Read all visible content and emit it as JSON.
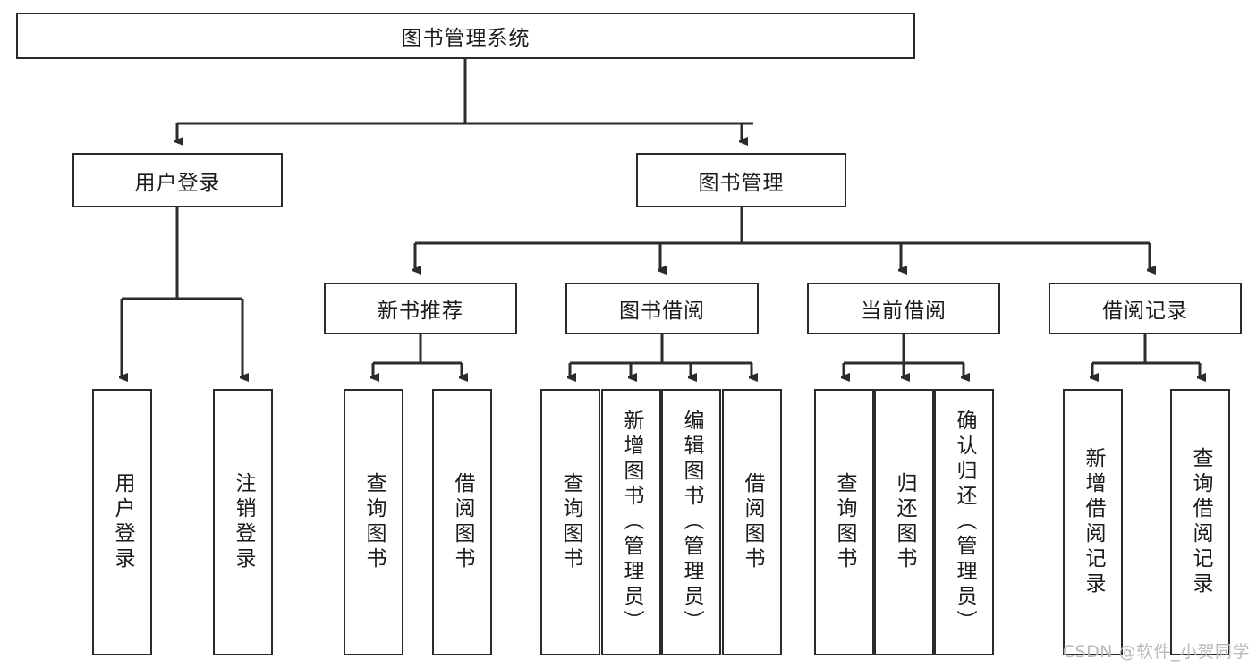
{
  "diagram": {
    "type": "tree",
    "title": "图书管理系统",
    "watermark": "CSDN @软件_小贺同学",
    "nodes": {
      "root": {
        "label": "图书管理系统"
      },
      "level2": [
        {
          "id": "user-login",
          "label": "用户登录"
        },
        {
          "id": "book-management",
          "label": "图书管理"
        }
      ],
      "level3": [
        {
          "id": "new-book-recommend",
          "label": "新书推荐"
        },
        {
          "id": "book-borrow",
          "label": "图书借阅"
        },
        {
          "id": "current-borrow",
          "label": "当前借阅"
        },
        {
          "id": "borrow-record",
          "label": "借阅记录"
        }
      ],
      "leaves": {
        "user_login": [
          {
            "id": "leaf-user-login",
            "label": "用户登录"
          },
          {
            "id": "leaf-logout",
            "label": "注销登录"
          }
        ],
        "new_book_recommend": [
          {
            "id": "leaf-query-book-1",
            "label": "查询图书"
          },
          {
            "id": "leaf-borrow-book-1",
            "label": "借阅图书"
          }
        ],
        "book_borrow": [
          {
            "id": "leaf-query-book-2",
            "label": "查询图书"
          },
          {
            "id": "leaf-add-book",
            "label": "新增图书（管理员）"
          },
          {
            "id": "leaf-edit-book",
            "label": "编辑图书（管理员）"
          },
          {
            "id": "leaf-borrow-book-2",
            "label": "借阅图书"
          }
        ],
        "current_borrow": [
          {
            "id": "leaf-query-book-3",
            "label": "查询图书"
          },
          {
            "id": "leaf-return-book",
            "label": "归还图书"
          },
          {
            "id": "leaf-confirm-return",
            "label": "确认归还（管理员）"
          }
        ],
        "borrow_record": [
          {
            "id": "leaf-add-record",
            "label": "新增借阅记录"
          },
          {
            "id": "leaf-query-record",
            "label": "查询借阅记录"
          }
        ]
      }
    },
    "colors": {
      "stroke": "#2b2b2b",
      "fill": "#ffffff",
      "text": "#1b1b1b",
      "watermark": "#b9b9b9"
    }
  }
}
